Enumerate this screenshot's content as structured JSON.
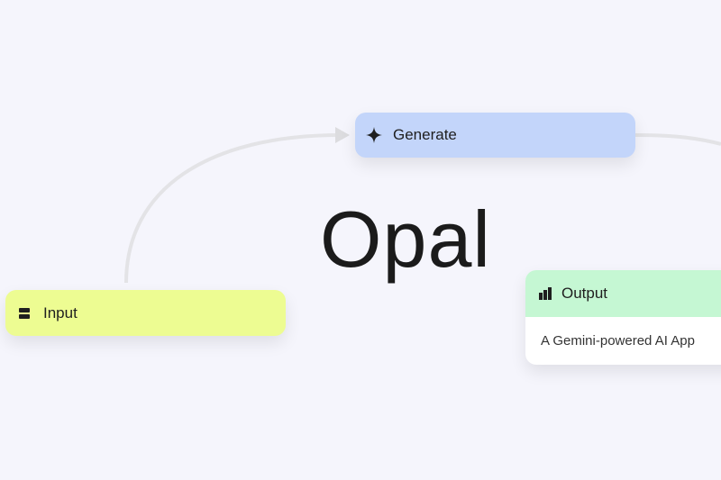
{
  "title": "Opal",
  "nodes": {
    "input": {
      "label": "Input",
      "icon": "input-bars-icon",
      "color": "#edfc92"
    },
    "generate": {
      "label": "Generate",
      "icon": "sparkle-icon",
      "color": "#c3d5fa"
    },
    "output": {
      "label": "Output",
      "icon": "chart-bars-icon",
      "color": "#c5f7d3",
      "description": "A Gemini-powered AI App"
    }
  }
}
